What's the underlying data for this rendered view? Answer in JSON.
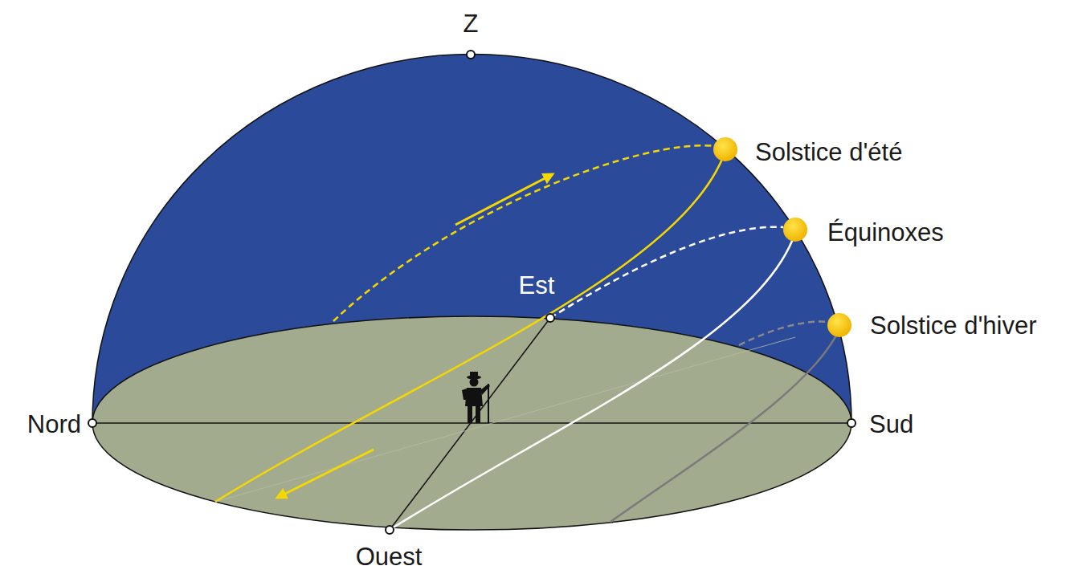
{
  "diagram": {
    "labels": [
      "Z",
      "Solstice d'été",
      "Équinoxes",
      "Est",
      "Solstice d'hiver",
      "Nord",
      "Sud",
      "Ouest"
    ]
  }
}
